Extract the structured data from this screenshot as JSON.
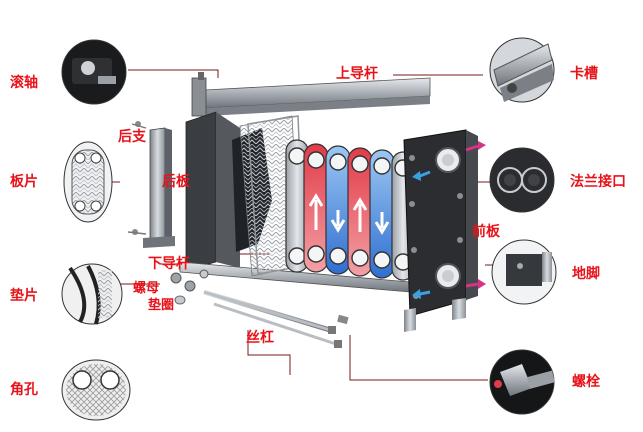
{
  "labels": {
    "roller_shaft": "滚轴",
    "top_guide_bar": "上导杆",
    "clip_groove": "卡槽",
    "rear_support": "后支",
    "rear_plate": "后板",
    "plate": "板片",
    "flange_port": "法兰接口",
    "front_plate": "前板",
    "bottom_guide_bar": "下导杆",
    "gasket": "垫片",
    "nut": "螺母",
    "washer": "垫圈",
    "foot": "地脚",
    "screw_rod": "丝杠",
    "corner_hole": "角孔",
    "bolt": "螺栓"
  },
  "colors": {
    "label": "#e8131a",
    "hot_flow": "#e8434d",
    "cold_flow": "#3a7fd6",
    "arrow_in": "#d63384",
    "arrow_out": "#3aa0e0",
    "frame_dark": "#2b2b2b",
    "steel": "#b9bec4"
  },
  "icons": [
    "roller-shaft-detail",
    "clip-groove-detail",
    "plate-detail",
    "flange-detail",
    "gasket-detail",
    "foot-detail",
    "corner-hole-detail",
    "bolt-detail"
  ]
}
